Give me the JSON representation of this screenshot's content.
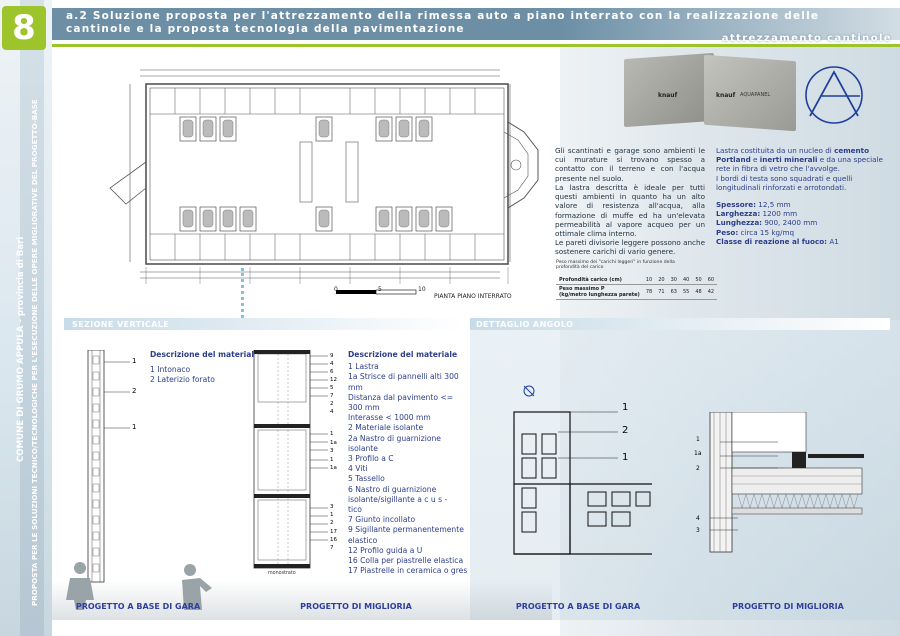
{
  "sidebar": {
    "number": "8",
    "vertical_text_1": "COMUNE DI GRUMO APPULA - provincia di Bari",
    "vertical_text_2": "PROPOSTA PER LE SOLUZIONI TECNICO/TECNOLOGICHE PER L'ESECUZIONE DELLE OPERE MIGLIORATIVE DEL PROGETTO-BASE"
  },
  "header": {
    "title": "a.2 Soluzione proposta per l'attrezzamento della rimessa auto a piano interrato con la realizzazione delle cantinole e la proposta tecnologia della pavimentazione",
    "subtitle": "attrezzamento cantinole"
  },
  "plan": {
    "scale_labels": [
      "0",
      "5",
      "10"
    ],
    "caption": "PIANTA PIANO INTERRATO"
  },
  "intro_text": {
    "paragraph_1": "Gli scantinati e garage sono ambienti le cui murature si trovano spesso a contatto con il terreno e con l'acqua presente nel suolo.",
    "paragraph_2": "La lastra descritta è ideale per tutti questi ambienti in quanto ha un alto valore di resistenza all'acqua, alla formazione di muffe ed ha un'elevata permeabilità al vapore acqueo per un ottimale clima interno.",
    "paragraph_3": "Le pareti divisorie leggere possono anche sostenere carichi di vario genere."
  },
  "load_table": {
    "caption_1": "Peso massimo dei \"carichi leggeri\" in funzione della",
    "caption_2": "profondità del carico",
    "row1_label": "Profondità carico (cm)",
    "row1_values": [
      "10",
      "20",
      "30",
      "40",
      "50",
      "60"
    ],
    "row2_label": "Peso massimo P",
    "row2_sublabel": "(kg/metro lunghezza parete)",
    "row2_values": [
      "78",
      "71",
      "63",
      "55",
      "48",
      "42"
    ]
  },
  "product": {
    "brand": "knauf",
    "board_label": "AQUAPANEL",
    "description_part1": "Lastra costituita da un nucleo di ",
    "description_bold1": "cemento Portland",
    "description_part2": " e ",
    "description_bold2": "inerti minerali",
    "description_part3": " e da una speciale rete in fibra di vetro che l'avvolge.",
    "description_line2": "I bordi di testa sono squadrati e quelli longitudinali rinforzati e arrotondati.",
    "specs": [
      {
        "label": "Spessore:",
        "value": "12,5 mm"
      },
      {
        "label": "Larghezza:",
        "value": "1200 mm"
      },
      {
        "label": "Lunghezza:",
        "value": "900, 2400 mm"
      },
      {
        "label": "Peso:",
        "value": "circa 15 kg/mq"
      },
      {
        "label": "Classe di reazione al fuoco:",
        "value": "A1"
      }
    ]
  },
  "sections": {
    "left_label": "SEZIONE VERTICALE",
    "right_label": "DETTAGLIO ANGOLO"
  },
  "desc_base": {
    "title": "Descrizione del materiale",
    "items": [
      "1   Intonaco",
      "2   Laterizio forato"
    ]
  },
  "desc_improved": {
    "title": "Descrizione del materiale",
    "items": [
      "1    Lastra",
      "1a  Strisce di pannelli alti 300 mm",
      "       Distanza dal pavimento <=",
      "300 mm",
      "       Interasse < 1000 mm",
      "2    Materiale isolante",
      "2a  Nastro di guarnizione isolante",
      "3    Profilo a C",
      "4    Viti",
      "5    Tassello",
      "6    Nastro       di       guarnizione",
      "isolante/sigillante        a c u s -",
      "tico",
      "7    Giunto incollato",
      "9    Sigillante    permanentemente",
      "elastico",
      "12  Profilo guida a U",
      "16  Colla per piastrelle elastica",
      "17  Piastrelle in ceramica o gres"
    ]
  },
  "section_numbers": {
    "base": [
      "1",
      "2",
      "1"
    ],
    "improved_top": [
      "9",
      "4",
      "6",
      "12",
      "5",
      "7",
      "2",
      "4"
    ],
    "improved_mid": [
      "1",
      "1a",
      "3",
      "1",
      "1a"
    ],
    "improved_bottom": [
      "3",
      "1",
      "2",
      "17",
      "16",
      "7"
    ],
    "monostrato": "monostrato"
  },
  "detail_numbers": {
    "base": [
      "1",
      "2",
      "1"
    ],
    "improved": [
      "1",
      "1a",
      "2",
      "4",
      "3"
    ]
  },
  "footer": {
    "label_1": "PROGETTO A BASE DI GARA",
    "label_2": "PROGETTO DI MIGLIORIA",
    "label_3": "PROGETTO A BASE DI GARA",
    "label_4": "PROGETTO DI MIGLIORIA"
  },
  "colors": {
    "accent_green": "#9ec42c",
    "header_blue": "#6c8fa6",
    "text_blue": "#2c3e8a",
    "dotted_blue": "#7cc3e8"
  }
}
